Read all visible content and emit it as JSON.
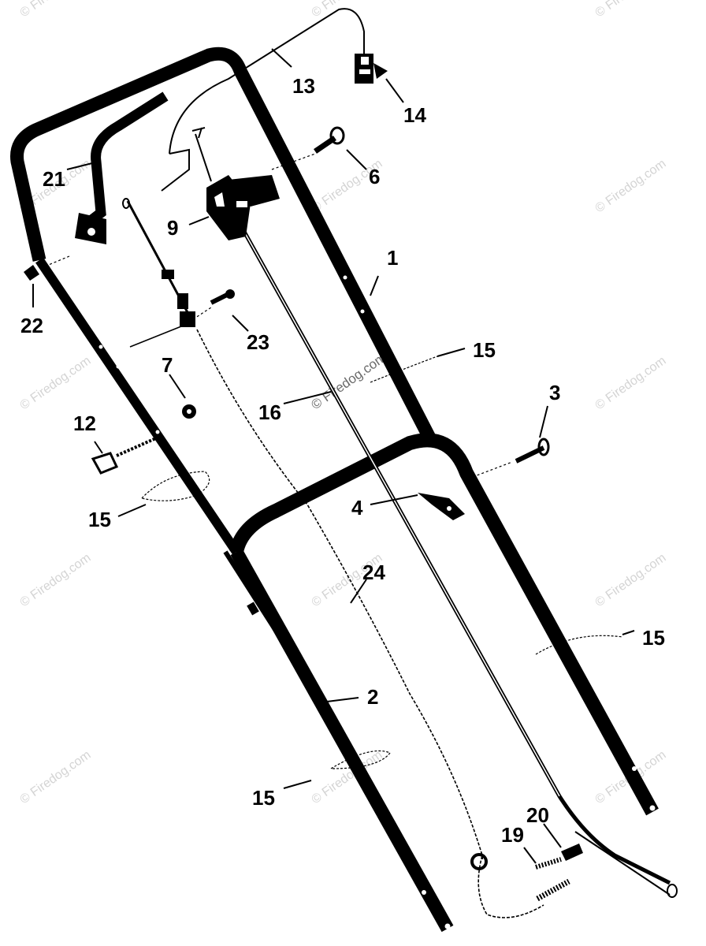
{
  "parts": {
    "p1": "1",
    "p2": "2",
    "p3": "3",
    "p4": "4",
    "p6": "6",
    "p7": "7",
    "p9": "9",
    "p12": "12",
    "p13": "13",
    "p14": "14",
    "p15a": "15",
    "p15b": "15",
    "p15c": "15",
    "p15d": "15",
    "p16": "16",
    "p19": "19",
    "p20": "20",
    "p21": "21",
    "p22": "22",
    "p23": "23",
    "p24": "24"
  },
  "watermark": "© Firedog.com"
}
